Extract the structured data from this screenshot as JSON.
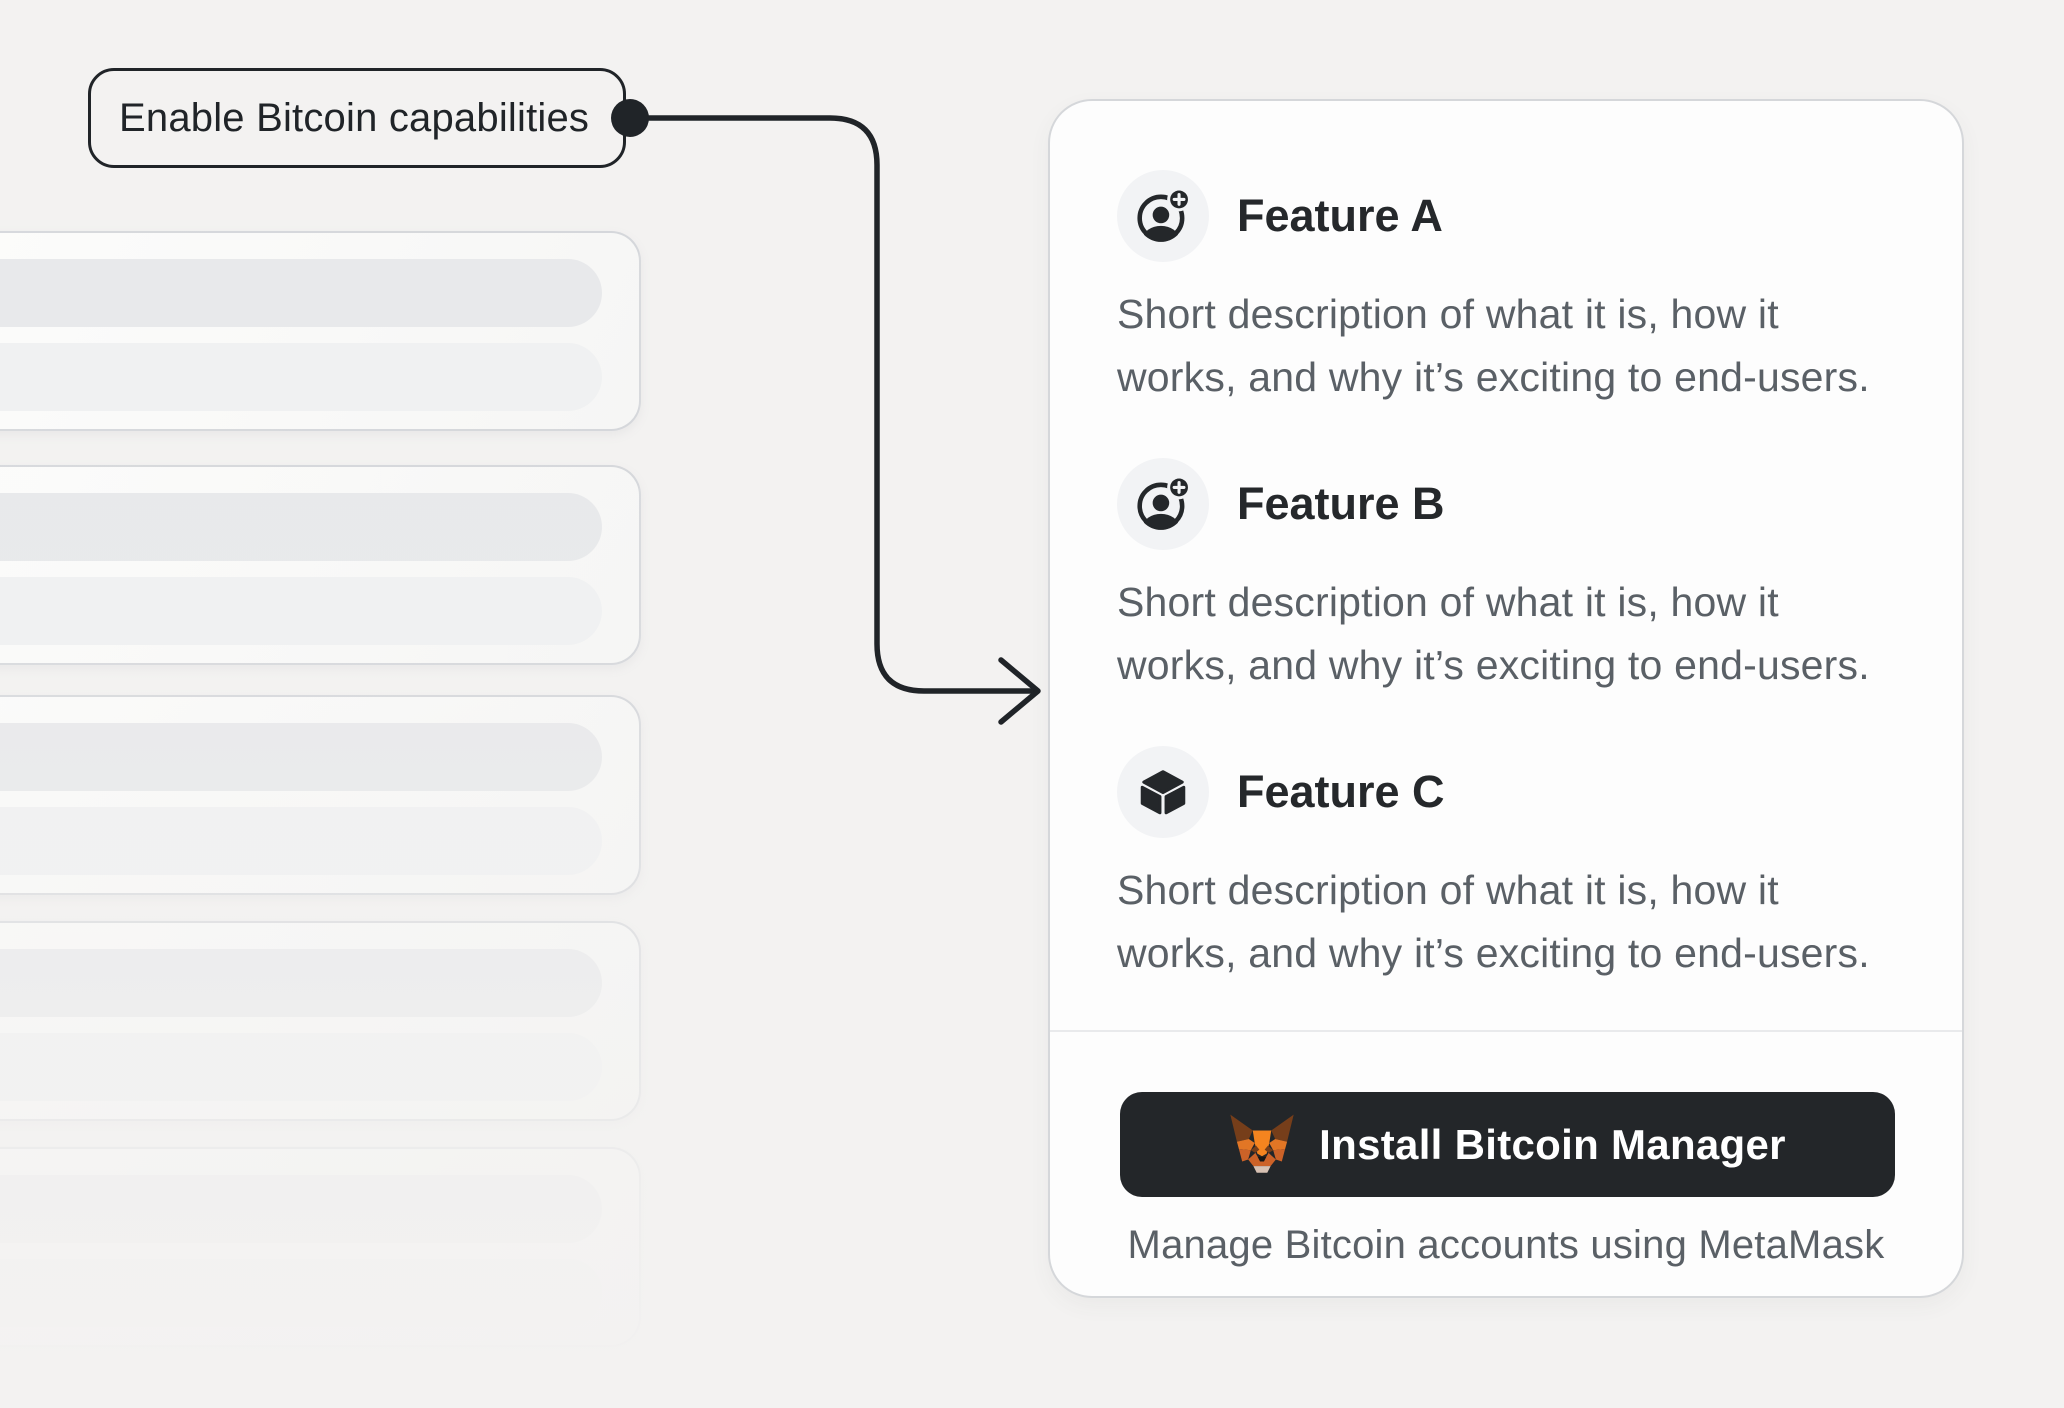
{
  "callout": {
    "label": "Enable Bitcoin capabilities"
  },
  "panel": {
    "features": [
      {
        "name": "Feature A",
        "icon": "user-add-icon",
        "description_lines": [
          "Short description of what it is, how it",
          "works, and why it’s exciting to end-users."
        ]
      },
      {
        "name": "Feature B",
        "icon": "user-add-icon",
        "description_lines": [
          "Short description of what it is, how it",
          "works, and why it’s exciting to end-users."
        ]
      },
      {
        "name": "Feature C",
        "icon": "cube-icon",
        "description_lines": [
          "Short description of what it is, how it",
          "works, and why it’s exciting to end-users."
        ]
      }
    ],
    "cta": {
      "button_label": "Install Bitcoin Manager",
      "button_icon": "metamask-fox-icon",
      "caption": "Manage Bitcoin accounts using MetaMask"
    }
  },
  "colors": {
    "background": "#f3f2f1",
    "ink": "#24272a",
    "muted_text": "#5a6066",
    "button_bg": "#232629",
    "panel_bg": "#fdfdfd",
    "icon_circle_bg": "#f2f3f5",
    "skeleton_bar_dark": "#e8e9eb",
    "skeleton_bar_light": "#f0f1f2",
    "fox_orange": "#f5841f"
  }
}
